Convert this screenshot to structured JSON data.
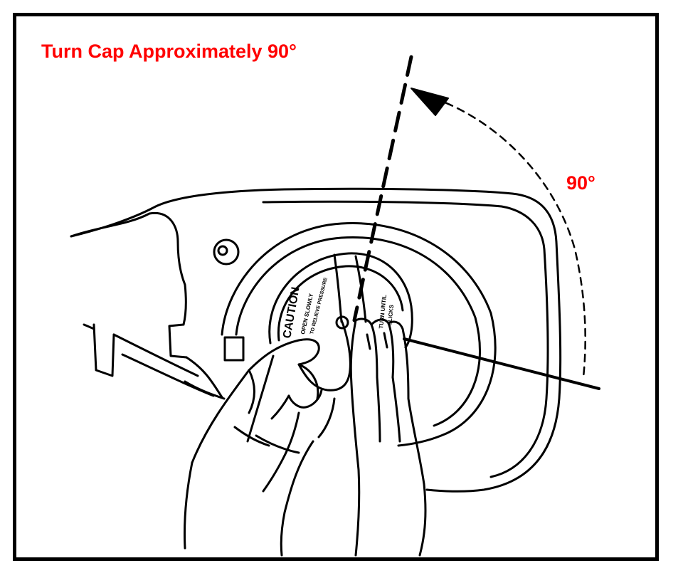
{
  "title": "Turn Cap Approximately 90°",
  "angle_label": "90°",
  "cap_labels": {
    "left_main": "CAUTION",
    "left_sub_1": "OPEN SLOWLY",
    "left_sub_2": "TO RELIEVE PRESSURE",
    "right_sub_1": "TURN UNTIL",
    "right_sub_2": "CLICKS"
  },
  "colors": {
    "accent": "#ff0000",
    "line": "#000000",
    "background": "#ffffff"
  },
  "icons": [
    "rotation-arrow-icon"
  ]
}
